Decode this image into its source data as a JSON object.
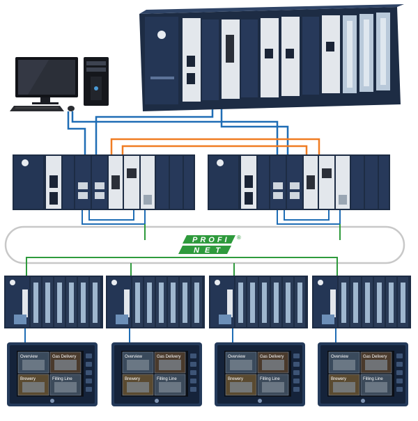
{
  "profinet": {
    "line1": "PROFI",
    "line2": "NET",
    "registered": "®"
  },
  "hmi_tiles": [
    "Overview",
    "Gas Delivery",
    "Brewery",
    "Filling Line"
  ],
  "colors": {
    "background": "#ffffff",
    "rack_dark": "#1d2c44",
    "rack_module": "#2a3b57",
    "module_light": "#dfe3e8",
    "io_stripe": "#9fb7cf",
    "cable_blue": "#1f6db5",
    "cable_orange": "#f07c22",
    "profinet_green": "#2e9a3c",
    "ring_line": "#c8c8c8",
    "hmi_frame": "#243a5a"
  },
  "icons": [
    "desktop-monitor-icon",
    "pc-tower-icon",
    "keyboard-icon",
    "mouse-icon"
  ]
}
